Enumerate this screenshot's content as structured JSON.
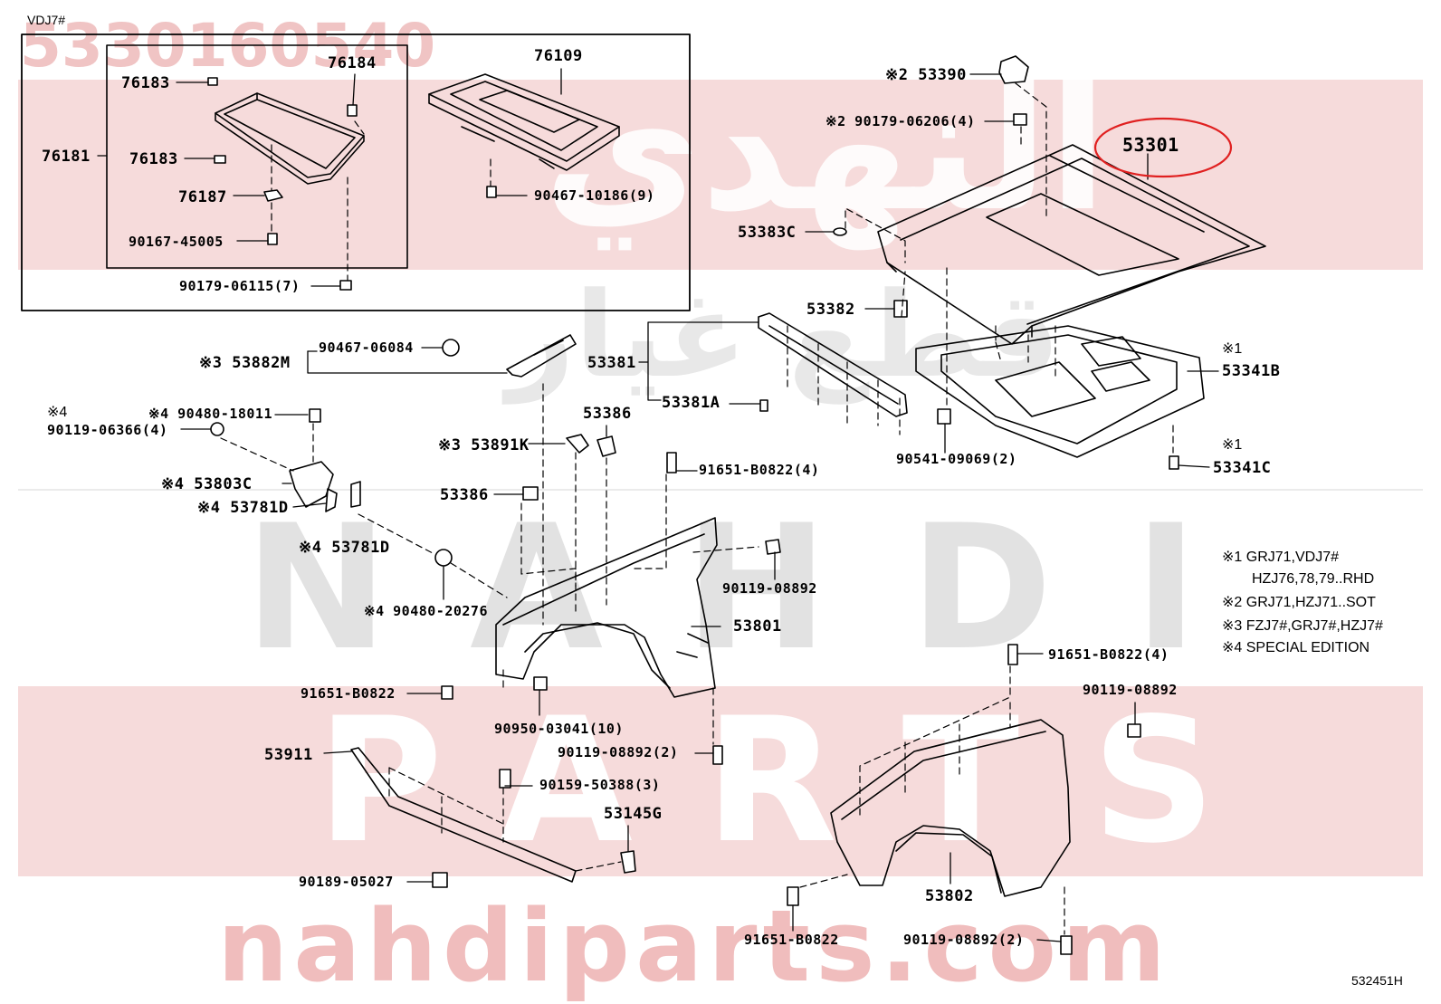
{
  "header": {
    "model": "VDJ7#",
    "part_number": "5330160540",
    "diagram_code": "532451H"
  },
  "watermark": {
    "brand_arabic": "النهدي",
    "brand_arabic_2": "قطع غيار",
    "brand_latin": "NAHDI",
    "brand_parts": "PARTS",
    "site": "nahdiparts.com"
  },
  "highlight_color": "#e02020",
  "labels": {
    "p76109": "76109",
    "p76184": "76184",
    "p76183a": "76183",
    "p76181": "76181",
    "p76183b": "76183",
    "p76187": "76187",
    "p90167": "90167-45005",
    "p90467_10186": "90467-10186(9)",
    "p90179_06115": "90179-06115(7)",
    "p53390": "※2 53390",
    "p90179_06206": "※2 90179-06206(4)",
    "p53301": "53301",
    "p53383c": "53383C",
    "p53382": "53382",
    "p53882m": "※3 53882M",
    "p90467_06084": "90467-06084",
    "p53381": "53381",
    "p53381a": "53381A",
    "p53341b_mark": "※1",
    "p53341b": "53341B",
    "p53341c_mark": "※1",
    "p53341c": "53341C",
    "p90541": "90541-09069(2)",
    "p4mark": "※4",
    "p90480_18011": "※4 90480-18011",
    "p90119_06366": "90119-06366(4)",
    "p53386a": "53386",
    "p53891k": "※3 53891K",
    "p91651_b0822_4a": "91651-B0822(4)",
    "p53803c": "※4 53803C",
    "p53386b": "53386",
    "p53781d_a": "※4 53781D",
    "p53781d_b": "※4 53781D",
    "p90119_08892a": "90119-08892",
    "p90480_20276": "※4 90480-20276",
    "p53801": "53801",
    "p91651_b0822a": "91651-B0822",
    "p90950": "90950-03041(10)",
    "p90119_08892_2a": "90119-08892(2)",
    "p53911": "53911",
    "p90159": "90159-50388(3)",
    "p53145g": "53145G",
    "p90189": "90189-05027",
    "p91651_b0822_4b": "91651-B0822(4)",
    "p90119_08892b": "90119-08892",
    "p53802": "53802",
    "p91651_b0822b": "91651-B0822",
    "p90119_08892_2b": "90119-08892(2)"
  },
  "notes": [
    "※1 GRJ71,VDJ7#",
    "HZJ76,78,79..RHD",
    "※2 GRJ71,HZJ71..SOT",
    "※3 FZJ7#,GRJ7#,HZJ7#",
    "※4 SPECIAL EDITION"
  ]
}
